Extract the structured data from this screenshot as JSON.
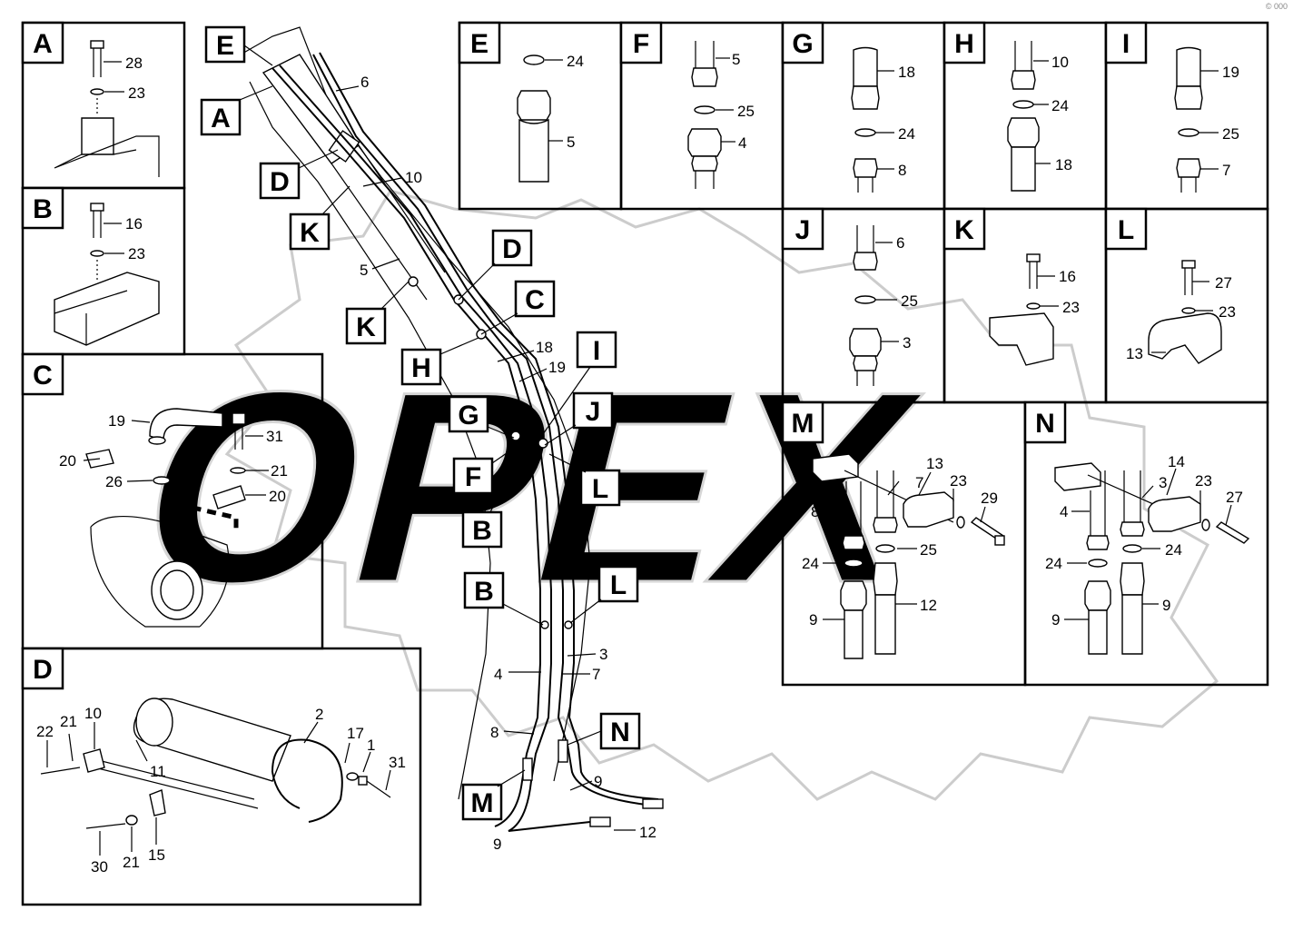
{
  "watermark": "OPEX",
  "corner_mark": "© 000",
  "panels": {
    "A": {
      "tag": "A",
      "labels": [
        "28",
        "23"
      ]
    },
    "B": {
      "tag": "B",
      "labels": [
        "16",
        "23"
      ]
    },
    "C": {
      "tag": "C",
      "labels": [
        "19",
        "31",
        "20",
        "26",
        "21",
        "20"
      ]
    },
    "D": {
      "tag": "D",
      "labels": [
        "22",
        "21",
        "10",
        "11",
        "2",
        "17",
        "1",
        "31",
        "30",
        "21",
        "15"
      ]
    },
    "E": {
      "tag": "E",
      "labels": [
        "24",
        "5"
      ]
    },
    "F": {
      "tag": "F",
      "labels": [
        "5",
        "25",
        "4"
      ]
    },
    "G": {
      "tag": "G",
      "labels": [
        "18",
        "24",
        "8"
      ]
    },
    "H": {
      "tag": "H",
      "labels": [
        "10",
        "24",
        "18"
      ]
    },
    "I": {
      "tag": "I",
      "labels": [
        "19",
        "25",
        "7"
      ]
    },
    "J": {
      "tag": "J",
      "labels": [
        "6",
        "25",
        "3"
      ]
    },
    "K": {
      "tag": "K",
      "labels": [
        "16",
        "23"
      ]
    },
    "L": {
      "tag": "L",
      "labels": [
        "27",
        "23",
        "13"
      ]
    },
    "M": {
      "tag": "M",
      "labels": [
        "13",
        "7",
        "23",
        "8",
        "29",
        "25",
        "24",
        "12",
        "9"
      ]
    },
    "N": {
      "tag": "N",
      "labels": [
        "14",
        "3",
        "23",
        "4",
        "27",
        "24",
        "24",
        "9",
        "9"
      ]
    }
  },
  "main_tags": [
    "E",
    "A",
    "D",
    "K",
    "K",
    "D",
    "C",
    "H",
    "I",
    "G",
    "J",
    "F",
    "L",
    "B",
    "B",
    "L",
    "N",
    "M"
  ],
  "main_labels": [
    "6",
    "10",
    "5",
    "18",
    "19",
    "3",
    "4",
    "7",
    "8",
    "9",
    "9",
    "12"
  ]
}
